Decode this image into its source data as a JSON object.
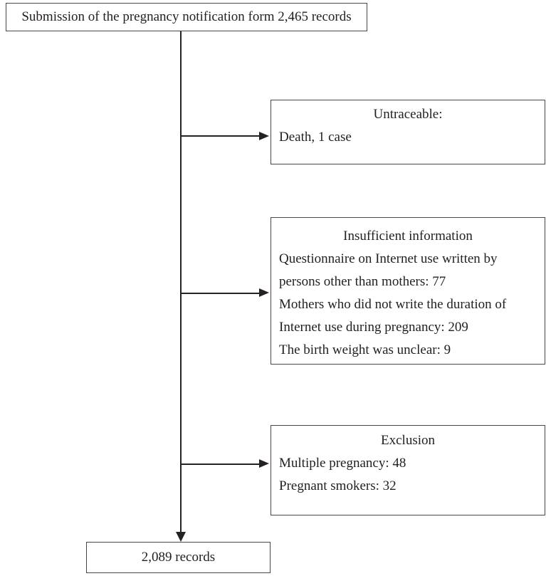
{
  "colors": {
    "background": "#ffffff",
    "box_border": "#4b4647",
    "arrow": "#262122",
    "text": "#231f20"
  },
  "flow": {
    "start": "Submission of the pregnancy notification form 2,465 records",
    "end": "2,089 records",
    "branches": [
      {
        "title": "Untraceable:",
        "lines": [
          "Death, 1 case"
        ]
      },
      {
        "title": "Insufficient information",
        "lines": [
          "Questionnaire on Internet use written by",
          "persons other than mothers: 77",
          "Mothers who did not write the duration of",
          "Internet use during pregnancy: 209",
          "The birth weight was unclear: 9"
        ]
      },
      {
        "title": "Exclusion",
        "lines": [
          "Multiple pregnancy: 48",
          "Pregnant smokers: 32"
        ]
      }
    ]
  }
}
